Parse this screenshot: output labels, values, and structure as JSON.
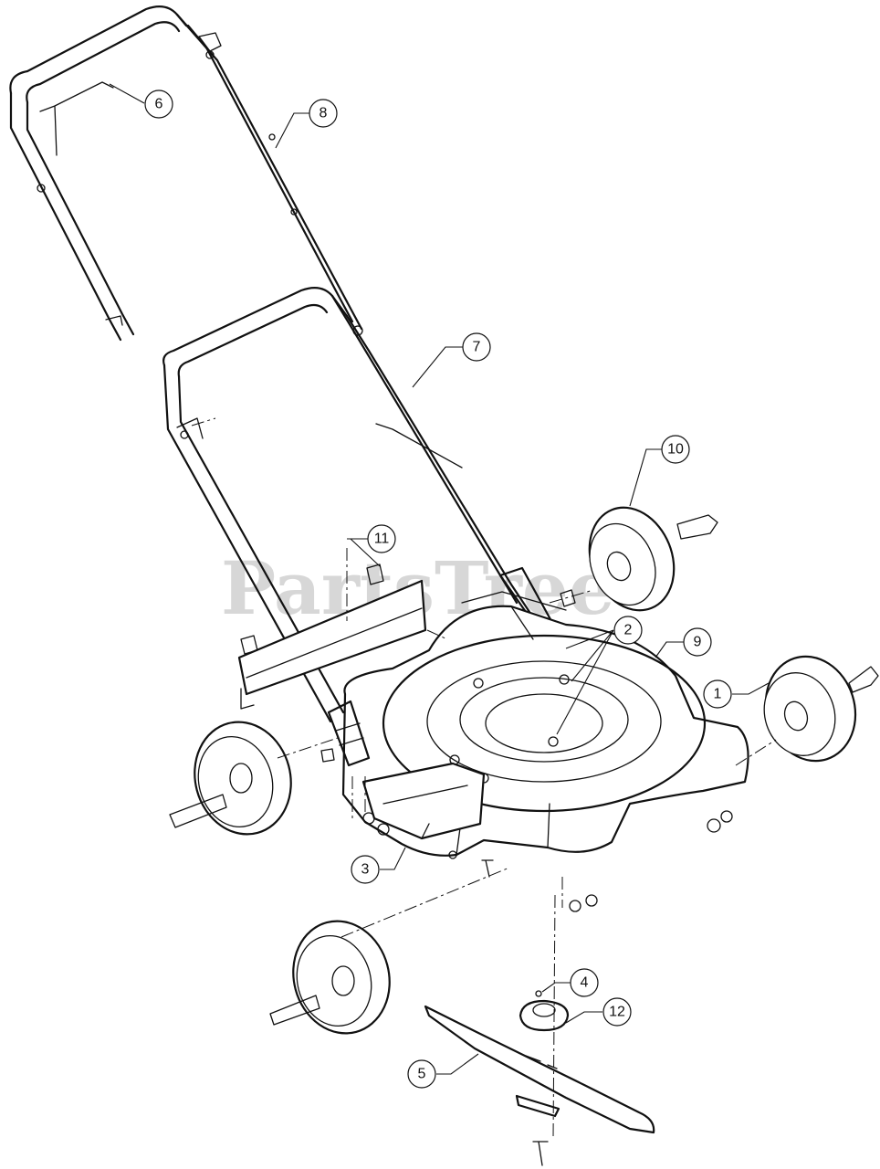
{
  "watermark": "PartsTree",
  "callouts": [
    {
      "label": "1"
    },
    {
      "label": "2"
    },
    {
      "label": "3"
    },
    {
      "label": "4"
    },
    {
      "label": "5"
    },
    {
      "label": "6"
    },
    {
      "label": "7"
    },
    {
      "label": "8"
    },
    {
      "label": "9"
    },
    {
      "label": "10"
    },
    {
      "label": "11"
    },
    {
      "label": "12"
    }
  ]
}
